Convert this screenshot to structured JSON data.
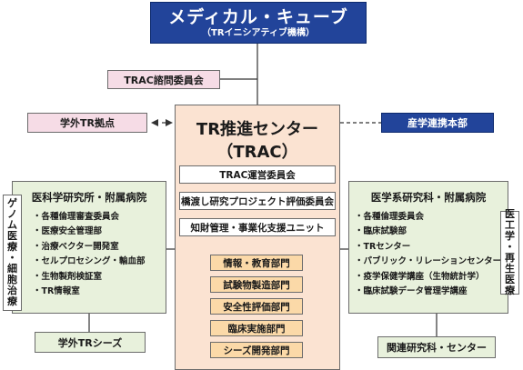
{
  "top": {
    "title": "メディカル・キューブ",
    "subtitle": "（TRイニシアティブ機構）"
  },
  "consult": "TRAC諮問委員会",
  "outside_base": "学外TR拠点",
  "industry": "産学連携本部",
  "trac": {
    "title_line1": "TR推進センター",
    "title_line2": "（TRAC）",
    "committees": [
      "TRAC運営委員会",
      "橋渡し研究プロジェクト評価委員会",
      "知財管理・事業化支援ユニット"
    ],
    "departments": [
      "情報・教育部門",
      "試験物製造部門",
      "安全性評価部門",
      "臨床実施部門",
      "シーズ開発部門"
    ]
  },
  "left_hospital": {
    "title": "医科学研究所・附属病院",
    "items": [
      "各種倫理審査委員会",
      "医療安全管理部",
      "治療ベクター開発室",
      "セルプロセシング・輸血部",
      "生物製剤検証室",
      "TR情報室"
    ],
    "vertical_label": "ゲノム医療・細胞治療",
    "bottom": "学外TRシーズ"
  },
  "right_hospital": {
    "title": "医学系研究科・附属病院",
    "items": [
      "各種倫理委員会",
      "臨床試験部",
      "TRセンター",
      "パブリック・リレーションセンター",
      "疫学保健学講座（生物統計学）",
      "臨床試験データ管理学講座"
    ],
    "vertical_label": "医工学・再生医療",
    "bottom": "関連研究科・センター"
  }
}
